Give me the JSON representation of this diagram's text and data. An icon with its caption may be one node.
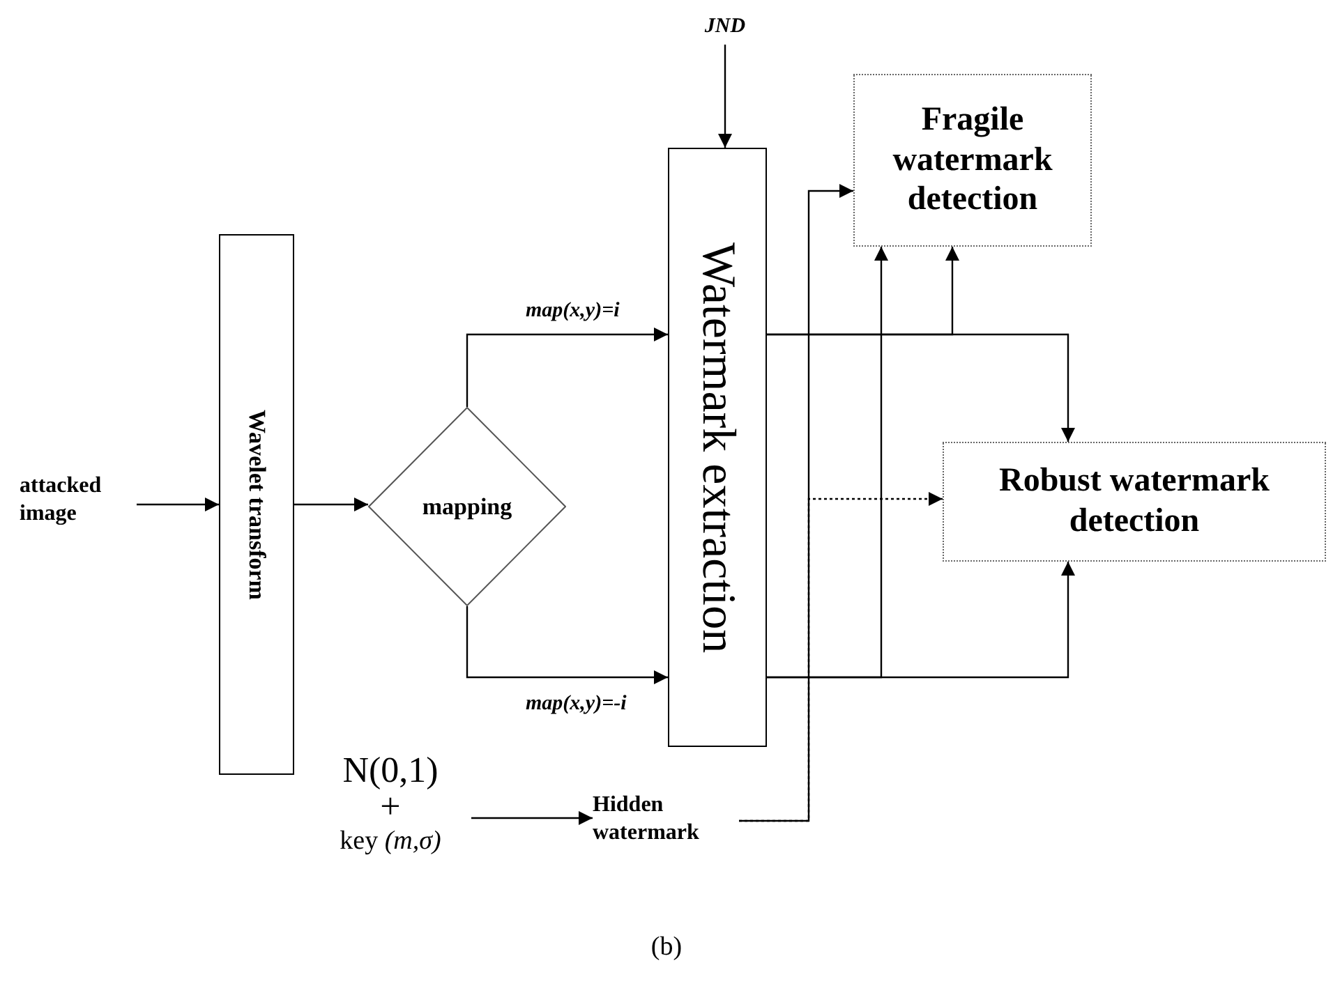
{
  "diagram": {
    "caption": "(b)",
    "nodes": [
      {
        "text": [
          "JND"
        ]
      },
      {
        "text": [
          "attacked image"
        ]
      },
      {
        "text": [
          "Wavelet transform"
        ]
      },
      {
        "text": [
          "mapping"
        ]
      },
      {
        "text": [
          "Watermark extraction"
        ]
      },
      {
        "text": [
          "Fragile watermark detection"
        ]
      },
      {
        "text": [
          "Robust watermark detection"
        ]
      },
      {
        "text": [
          "N(0,1)",
          "+",
          "key *(m,σ)*"
        ]
      },
      {
        "text": [
          "Hidden watermark"
        ]
      }
    ],
    "edges": [
      {
        "from": 0,
        "to": 4,
        "arrow": "to"
      },
      {
        "from": 1,
        "to": 2,
        "arrow": "to"
      },
      {
        "from": 2,
        "to": 3,
        "arrow": "to"
      },
      {
        "from": 3,
        "to": 4,
        "arrow": "to",
        "label": "map(x,y)=i"
      },
      {
        "from": 3,
        "to": 4,
        "arrow": "to",
        "label": "map(x,y)=-i"
      },
      {
        "from": 7,
        "to": 8,
        "arrow": "to"
      },
      {
        "from": 8,
        "to": 5,
        "arrow": "to"
      },
      {
        "from": 8,
        "to": 6,
        "arrow": "to",
        "style": "dashed"
      },
      {
        "from": 4,
        "to": 5,
        "arrow": "to"
      },
      {
        "from": 4,
        "to": 6,
        "arrow": "to"
      },
      {
        "from": 4,
        "to": 5,
        "arrow": "to"
      },
      {
        "from": 4,
        "to": 6,
        "arrow": "to"
      }
    ]
  }
}
